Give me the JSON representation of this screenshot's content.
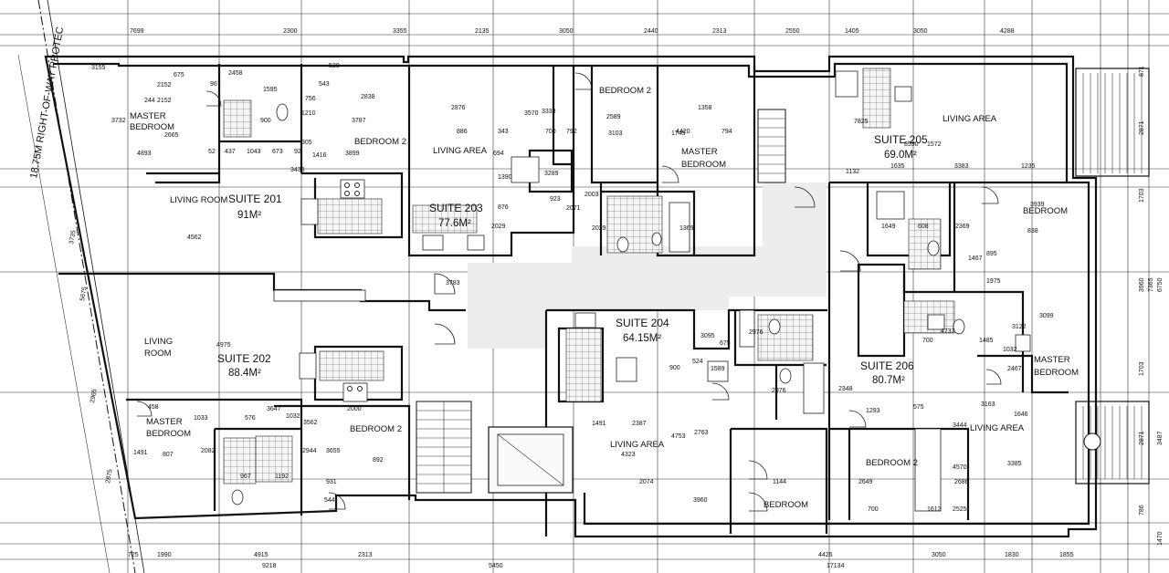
{
  "row_label": "18.75M RIGHT-OF-WAY PROTEC",
  "suites": [
    {
      "name": "SUITE 201",
      "area": "91M²"
    },
    {
      "name": "SUITE 202",
      "area": "88.4M²"
    },
    {
      "name": "SUITE 203",
      "area": "77.6M²"
    },
    {
      "name": "SUITE 204",
      "area": "64.15M²"
    },
    {
      "name": "SUITE 205",
      "area": "69.0M²"
    },
    {
      "name": "SUITE 206",
      "area": "80.7M²"
    }
  ],
  "rooms": {
    "s201_master": [
      "MASTER",
      "BEDROOM"
    ],
    "s201_living": "LIVING ROOM",
    "s201_bed2": "BEDROOM 2",
    "s202_living": [
      "LIVING",
      "ROOM"
    ],
    "s202_master": [
      "MASTER",
      "BEDROOM"
    ],
    "s202_bed2": "BEDROOM 2",
    "s203_bed2": "BEDROOM 2",
    "s203_living": "LIVING AREA",
    "s203_master": [
      "MASTER",
      "BEDROOM"
    ],
    "s204_living": "LIVING AREA",
    "s204_bed": "BEDROOM",
    "s205_living": "LIVING AREA",
    "s205_bed": "BEDROOM",
    "s206_master": [
      "MASTER",
      "BEDROOM"
    ],
    "s206_living": "LIVING AREA",
    "s206_bed2": "BEDROOM 2"
  },
  "dims_top": [
    "7699",
    "2300",
    "3355",
    "2135",
    "3050",
    "2440",
    "2313",
    "2550",
    "1405",
    "3050",
    "4288"
  ],
  "dims_bottom": [
    "725",
    "1990",
    "4915",
    "2313",
    "9218",
    "5450",
    "4426",
    "3050",
    "1830",
    "1855",
    "17134"
  ],
  "dims_right": [
    "871",
    "2871",
    "1703",
    "3960",
    "7365",
    "6750",
    "1703",
    "2871",
    "3487",
    "786",
    "1470"
  ],
  "dims_left": [
    "3735",
    "5675",
    "2965",
    "2875"
  ],
  "dims_misc": [
    "3155",
    "675",
    "2152",
    "2458",
    "520",
    "967",
    "1595",
    "244",
    "2152",
    "2838",
    "756",
    "1210",
    "543",
    "3732",
    "2665",
    "900",
    "3787",
    "1416",
    "3899",
    "305",
    "4893",
    "52",
    "437",
    "1043",
    "673",
    "92",
    "3433",
    "4562",
    "2876",
    "3570",
    "3333",
    "886",
    "343",
    "700",
    "792",
    "694",
    "1390",
    "3289",
    "2589",
    "3103",
    "1358",
    "4420",
    "1745",
    "794",
    "876",
    "923",
    "2003",
    "2071",
    "2029",
    "2029",
    "1369",
    "3783",
    "4975",
    "7825",
    "8590",
    "1572",
    "1635",
    "3383",
    "1235",
    "1132",
    "3939",
    "838",
    "1649",
    "608",
    "2369",
    "1467",
    "895",
    "1975",
    "3122",
    "3099",
    "1032",
    "2467",
    "4737",
    "700",
    "1485",
    "3095",
    "524",
    "675",
    "900",
    "1589",
    "2976",
    "2976",
    "1144",
    "1491",
    "2387",
    "2763",
    "4753",
    "4323",
    "2074",
    "3960",
    "458",
    "1033",
    "576",
    "1032",
    "3562",
    "2000",
    "3647",
    "2082",
    "807",
    "1491",
    "967",
    "1192",
    "2944",
    "3655",
    "892",
    "544",
    "931",
    "2348",
    "1293",
    "575",
    "3163",
    "1646",
    "3444",
    "4570",
    "3385",
    "2649",
    "700",
    "1612",
    "2525",
    "2686"
  ],
  "colors": {
    "line": "#111111",
    "corridor": "#ededed",
    "tile": "#f4f4f4"
  }
}
